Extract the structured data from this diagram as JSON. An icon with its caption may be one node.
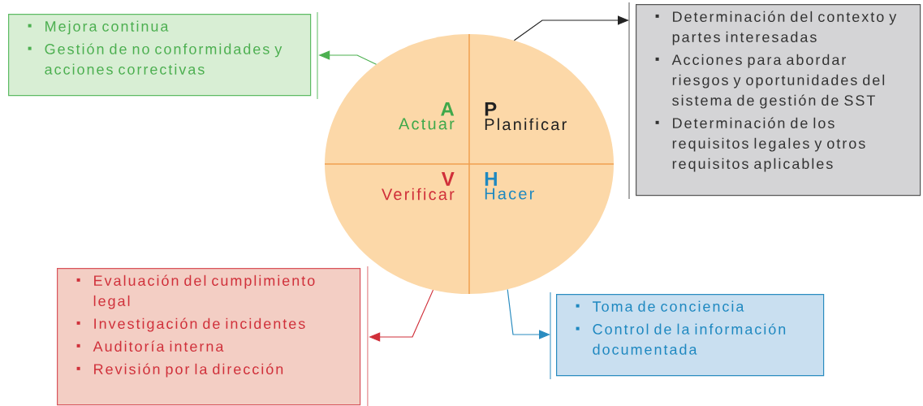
{
  "diagram": {
    "nodes": [
      {
        "text": [],
        "shape": "circle"
      },
      {
        "text": [
          "A",
          "Actuar"
        ],
        "in": 0
      },
      {
        "text": [
          "P",
          "Planificar"
        ],
        "in": 0
      },
      {
        "text": [
          "V",
          "Verificar"
        ],
        "in": 0
      },
      {
        "text": [
          "H",
          "Hacer"
        ],
        "in": 0
      },
      {
        "text": [
          "Mejora continua",
          "Gestión de no conformidades y acciones correctivas"
        ]
      },
      {
        "text": [
          "Determinación del contexto y partes interesadas",
          "Acciones para abordar riesgos y oportunidades del sistema de gestión de SST",
          "Determinación de los requisitos legales y otros requisitos aplicables"
        ]
      },
      {
        "text": [
          "Evaluación del cumplimiento legal",
          "Investigación de incidentes",
          "Auditoría interna",
          "Revisión por la dirección"
        ]
      },
      {
        "text": [
          "Toma de conciencia",
          "Control de la información documentada"
        ]
      }
    ],
    "edges": [
      {
        "from": 0,
        "to": 5,
        "arrow": "to",
        "color": "#4cb050"
      },
      {
        "from": 0,
        "to": 6,
        "arrow": "to",
        "color": "#222222"
      },
      {
        "from": 0,
        "to": 7,
        "arrow": "to",
        "color": "#d0303a"
      },
      {
        "from": 0,
        "to": 8,
        "arrow": "to",
        "color": "#2a8cc0"
      }
    ]
  }
}
